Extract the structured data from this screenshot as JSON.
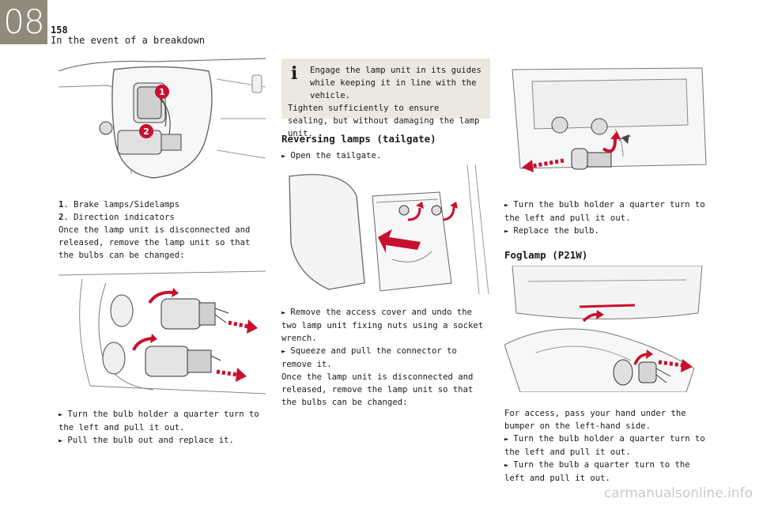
{
  "header": {
    "chapter": "08",
    "page_number": "158",
    "section": "In the event of a breakdown"
  },
  "col1": {
    "callouts": [
      "1",
      "2"
    ],
    "legend": [
      {
        "num": "1",
        "text": ". Brake lamps/Sidelamps"
      },
      {
        "num": "2",
        "text": ". Direction indicators"
      }
    ],
    "para": "Once the lamp unit is disconnected and released, remove the lamp unit so that the bulbs can be changed:",
    "steps": [
      "Turn the bulb holder a quarter turn to the left and pull it out.",
      "Pull the bulb out and replace it."
    ]
  },
  "col2": {
    "note_line1": "Engage the lamp unit in its guides while keeping it in line with the vehicle.",
    "note_line2": "Tighten sufficiently to ensure sealing, but without damaging the lamp unit.",
    "heading": "Reversing lamps (tailgate)",
    "step_open": "Open the tailgate.",
    "steps": [
      "Remove the access cover and undo the two lamp unit fixing nuts using a socket wrench.",
      "Squeeze and pull the connector to remove it."
    ],
    "para": "Once the lamp unit is disconnected and released, remove the lamp unit so that the bulbs can be changed:"
  },
  "col3": {
    "steps_top": [
      "Turn the bulb holder a quarter turn to the left and pull it out.",
      "Replace the bulb."
    ],
    "heading": "Foglamp (P21W)",
    "para": "For access, pass your hand under the bumper on the left-hand side.",
    "steps_bottom": [
      "Turn the bulb holder a quarter turn to the left and pull it out.",
      "Turn the bulb a quarter turn to the left and pull it out."
    ]
  },
  "bullet_glyph": "►",
  "note_icon": "i",
  "footer": "carmanualsonline.info",
  "colors": {
    "accent": "#8f8a7a",
    "arrow": "#c8102e",
    "note_bg": "#ece8df"
  }
}
